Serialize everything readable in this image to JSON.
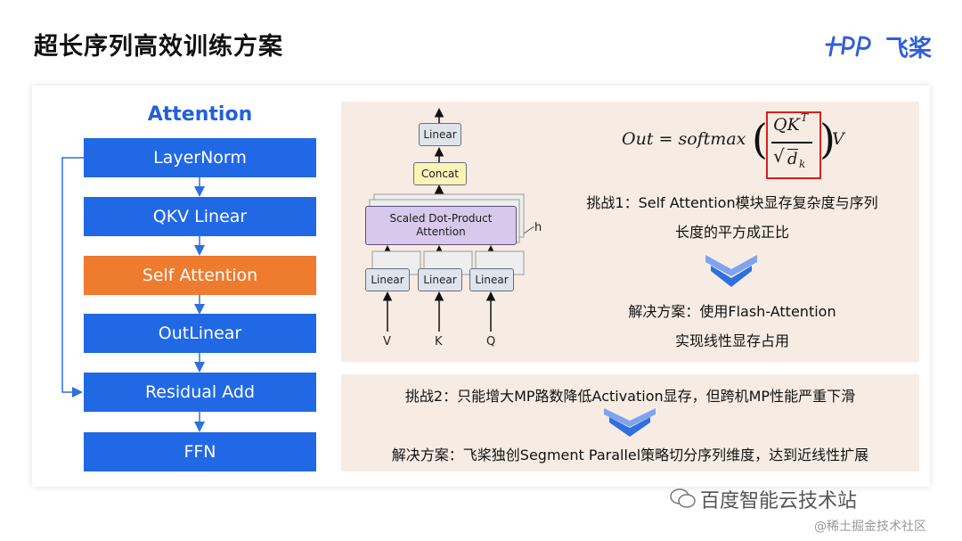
{
  "header": {
    "title": "超长序列高效训练方案",
    "logo_text": "飞桨"
  },
  "left": {
    "heading": "Attention",
    "blocks": [
      "LayerNorm",
      "QKV Linear",
      "Self Attention",
      "OutLinear",
      "Residual Add",
      "FFN"
    ]
  },
  "diagram": {
    "linear_top": "Linear",
    "concat": "Concat",
    "sdpa_line1": "Scaled Dot-Product",
    "sdpa_line2": "Attention",
    "h_label": "h",
    "linear_inputs": [
      "Linear",
      "Linear",
      "Linear"
    ],
    "inputs": [
      "V",
      "K",
      "Q"
    ]
  },
  "formula": {
    "lhs": "Out = softmax",
    "numerator": "QK",
    "superscript": "T",
    "denominator": "d",
    "subscript": "k",
    "rhs": "V"
  },
  "challenge1": {
    "line1": "挑战1：Self Attention模块显存复杂度与序列",
    "line2": "长度的平方成正比",
    "solution_line1": "解决方案：使用Flash-Attention",
    "solution_line2": "实现线性显存占用"
  },
  "challenge2": {
    "line1": "挑战2：只能增大MP路数降低Activation显存，但跨机MP性能严重下滑",
    "solution": "解决方案：飞桨独创Segment Parallel策略切分序列维度，达到近线性扩展"
  },
  "watermarks": {
    "primary": "百度智能云技术站",
    "secondary": "@稀土掘金技术社区"
  },
  "colors": {
    "blue_block": "#2168e4",
    "orange_block": "#ee7b2e",
    "beige_panel": "#f7ece3",
    "formula_highlight": "#d8201e",
    "arrow_blue": "#2f6fe0"
  }
}
